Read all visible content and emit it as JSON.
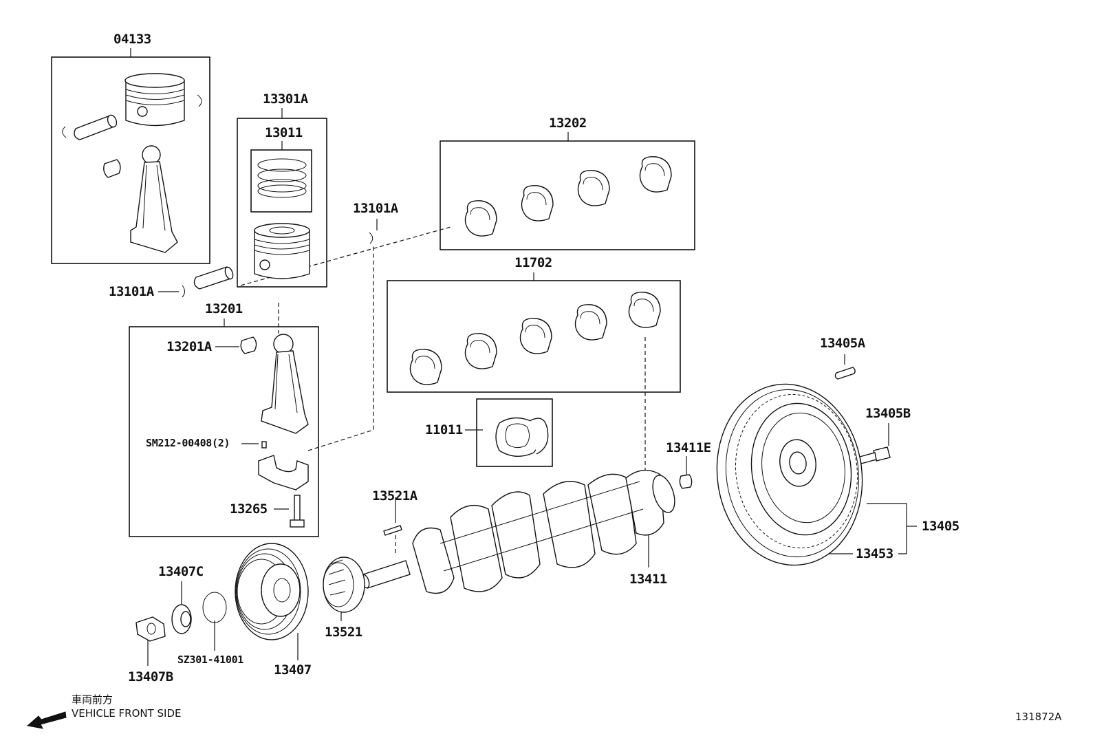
{
  "diagram": {
    "image_code": "131872A",
    "front_note": {
      "japanese": "車両前方",
      "english": "VEHICLE FRONT SIDE"
    },
    "callouts": {
      "c04133": "04133",
      "c13301A": "13301A",
      "c13011": "13011",
      "c13101A_top": "13101A",
      "c13101A_left": "13101A",
      "c13202": "13202",
      "c11702": "11702",
      "c13201": "13201",
      "c13201A": "13201A",
      "cSM212": "SM212-00408(2)",
      "c13265": "13265",
      "c11011": "11011",
      "c13405A": "13405A",
      "c13405B": "13405B",
      "c13411E": "13411E",
      "c13405": "13405",
      "c13453": "13453",
      "c13521A": "13521A",
      "c13411": "13411",
      "c13407C": "13407C",
      "c13407B": "13407B",
      "cSZ301": "SZ301-41001",
      "c13407": "13407",
      "c13521": "13521"
    },
    "icons": [
      "piston",
      "piston-ring-set",
      "piston-pin",
      "snap-ring",
      "connecting-rod",
      "rod-bearing",
      "main-bearing",
      "thrust-washer",
      "crankshaft",
      "flywheel",
      "crank-pulley",
      "timing-gear",
      "washer",
      "o-ring",
      "nut",
      "bolt",
      "pin",
      "direction-arrow"
    ]
  }
}
